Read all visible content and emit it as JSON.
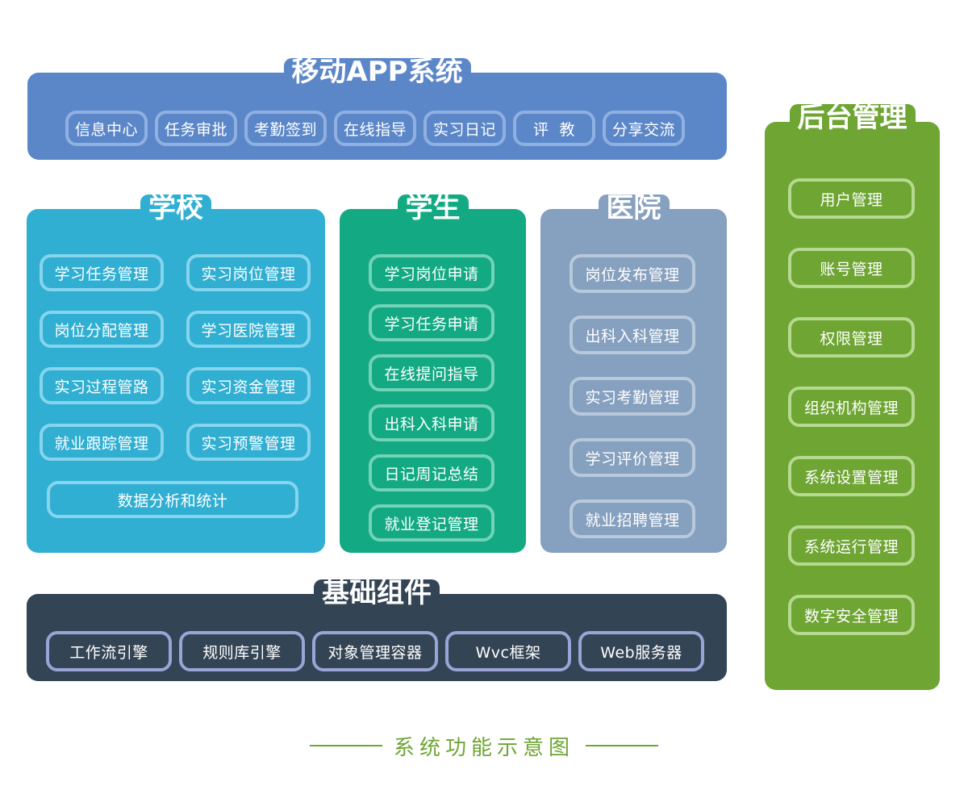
{
  "mobile_app": {
    "title": "移动APP系统",
    "items": [
      "信息中心",
      "任务审批",
      "考勤签到",
      "在线指导",
      "实习日记",
      "评  教",
      "分享交流"
    ]
  },
  "school": {
    "title": "学校",
    "items": [
      "学习任务管理",
      "实习岗位管理",
      "岗位分配管理",
      "学习医院管理",
      "实习过程管路",
      "实习资金管理",
      "就业跟踪管理",
      "实习预警管理"
    ],
    "wide_item": "数据分析和统计"
  },
  "student": {
    "title": "学生",
    "items": [
      "学习岗位申请",
      "学习任务申请",
      "在线提问指导",
      "出科入科申请",
      "日记周记总结",
      "就业登记管理"
    ]
  },
  "hospital": {
    "title": "医院",
    "items": [
      "岗位发布管理",
      "出科入科管理",
      "实习考勤管理",
      "学习评价管理",
      "就业招聘管理"
    ]
  },
  "base_components": {
    "title": "基础组件",
    "items": [
      "工作流引擎",
      "规则库引擎",
      "对象管理容器",
      "Wvc框架",
      "Web服务器"
    ]
  },
  "backend": {
    "title": "后台管理",
    "items": [
      "用户管理",
      "账号管理",
      "权限管理",
      "组织机构管理",
      "系统设置管理",
      "系统运行管理",
      "数字安全管理"
    ]
  },
  "caption": "系统功能示意图",
  "colors": {
    "mobile": "#5b87c9",
    "school": "#31afd3",
    "student": "#13aa83",
    "hospital": "#86a0bf",
    "base": "#334455",
    "backend": "#6ea533"
  }
}
